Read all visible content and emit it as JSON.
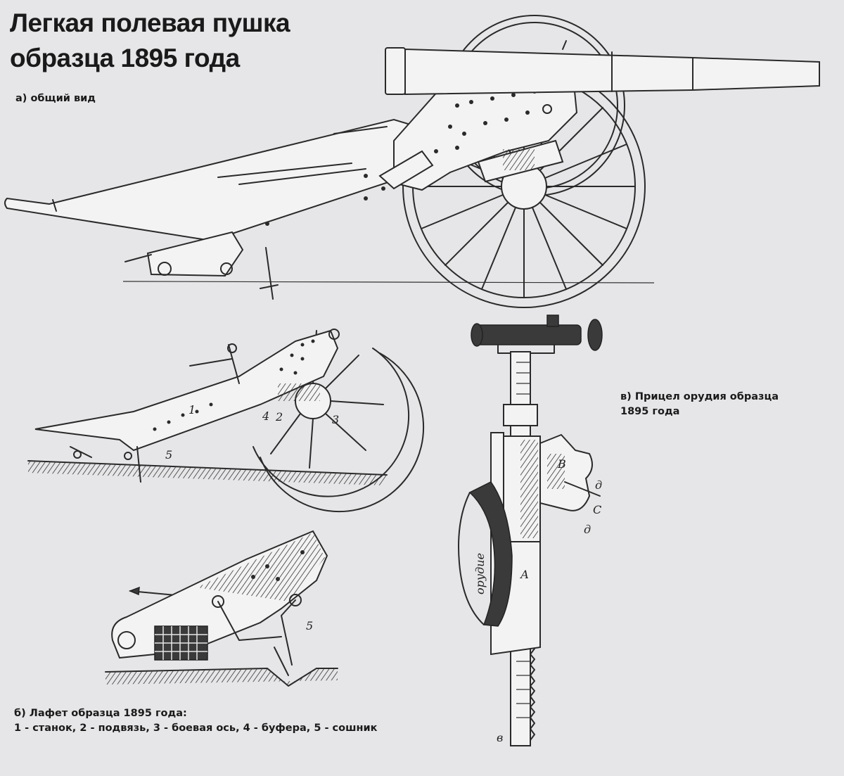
{
  "title": "Легкая полевая пушка\nобразца 1895 года",
  "labels": {
    "general_view": "а) общий вид",
    "sight": "в) Прицел орудия образца 1895 года",
    "carriage_title": "б) Лафет образца 1895 года:",
    "carriage_legend": "1 - станок, 2 - подвязь, 3 - боевая ось, 4 - буфера, 5 - сошник"
  },
  "part_numbers": {
    "frame": "1",
    "tie": "2",
    "axle": "3",
    "buffers": "4",
    "spade": "5",
    "spade_detail": "5"
  },
  "sight_letters": {
    "b_top": "В",
    "d_top": "д",
    "d_bottom": "д",
    "s": "С",
    "a": "А",
    "b_bottom": "в",
    "word": "орудие"
  },
  "colors": {
    "background": "#e6e6e8",
    "ink": "#2a2a2a"
  }
}
